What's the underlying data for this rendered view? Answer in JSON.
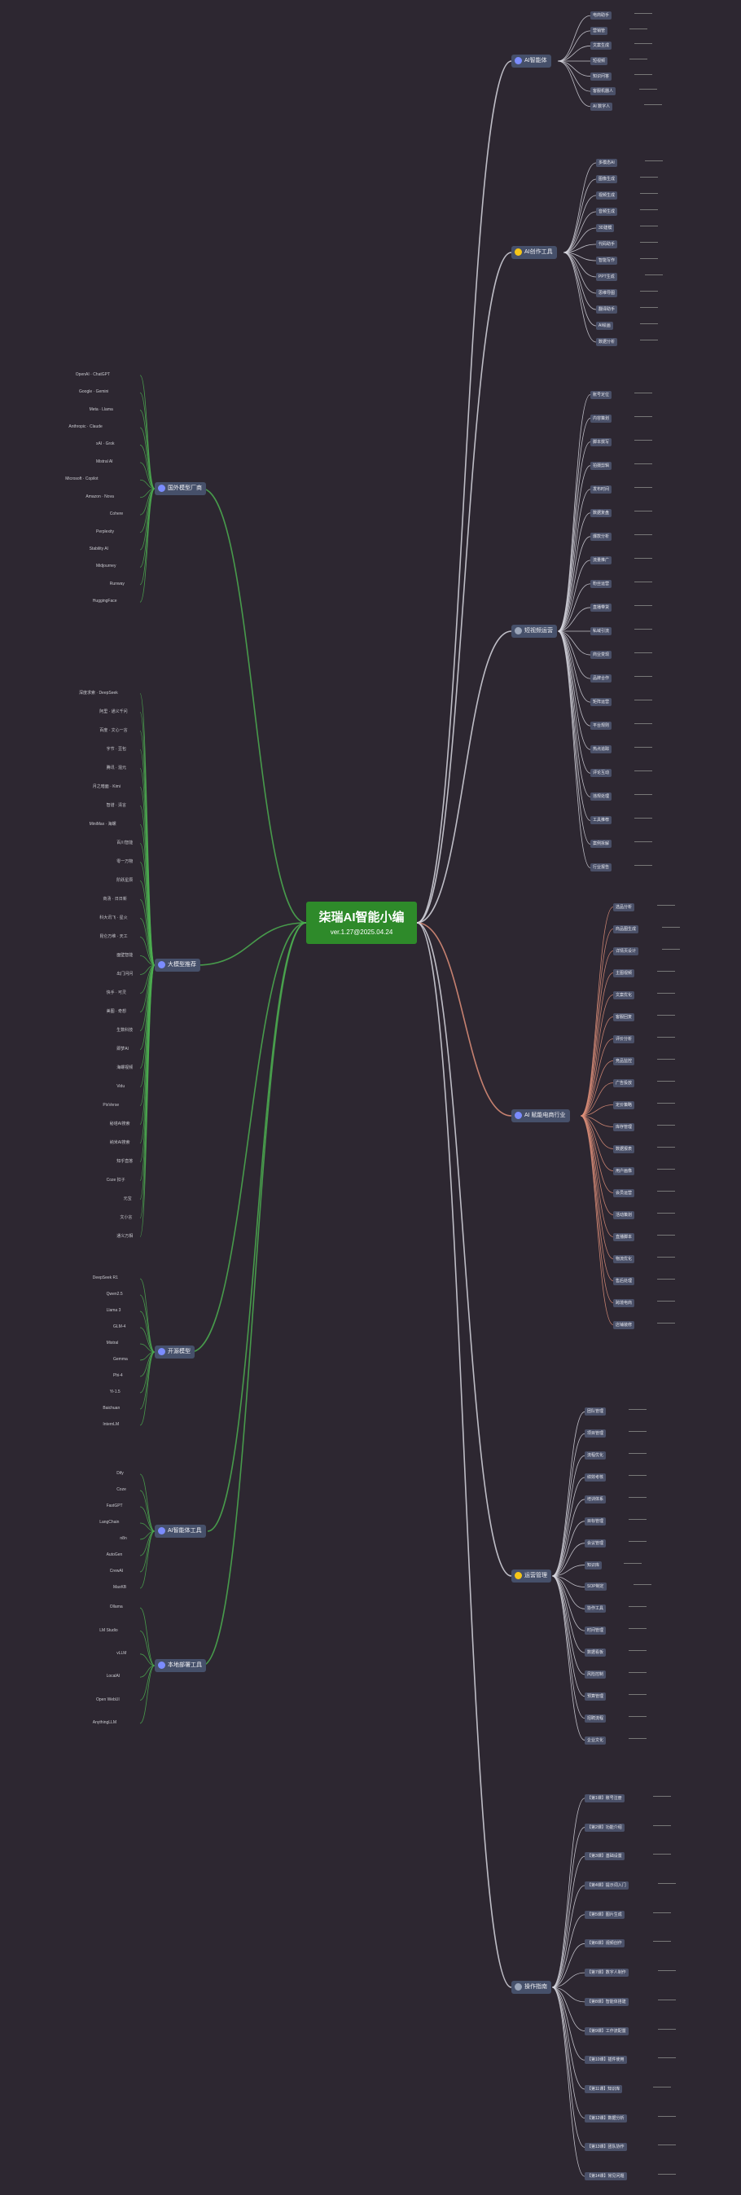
{
  "root": {
    "title": "柒瑞AI智能小编",
    "subtitle": "ver.1.27@2025.04.24"
  },
  "colors": {
    "right": "#d8d8e0",
    "right_lower": "#e0907a",
    "left": "#4caf50",
    "root": "#2e8a2a"
  },
  "sections": [
    {
      "name": "AI智能体",
      "dot": "#7b8cff",
      "items": [
        "电商助手",
        "营销管",
        "文案生成",
        "短视频",
        "知识问答",
        "客服机器人",
        "AI 数字人"
      ]
    },
    {
      "name": "AI创作工具",
      "dot": "#f5c518",
      "items": [
        "多模态AI",
        "图像生成",
        "视频生成",
        "音频生成",
        "3D建模",
        "代码助手",
        "智能写作",
        "PPT生成",
        "思维导图",
        "翻译助手",
        "AI绘画",
        "数据分析"
      ]
    },
    {
      "name": "短视频运营",
      "dot": "#9aa4b8",
      "items": [
        "账号定位",
        "内容策划",
        "脚本撰写",
        "拍摄剪辑",
        "发布时间",
        "数据复盘",
        "爆款分析",
        "流量推广",
        "粉丝运营",
        "直播带货",
        "私域引流",
        "商业变现",
        "品牌合作",
        "矩阵运营",
        "平台规则",
        "热点追踪",
        "评论互动",
        "违规处理",
        "工具推荐",
        "案例拆解",
        "行业报告"
      ]
    },
    {
      "name": "AI 赋能电商行业",
      "dot": "#7b8cff",
      "items": [
        "选品分析",
        "商品图生成",
        "详情页设计",
        "主图视频",
        "文案优化",
        "客服回复",
        "评价分析",
        "竞品监控",
        "广告投放",
        "定价策略",
        "库存管理",
        "数据报表",
        "用户画像",
        "会员运营",
        "活动策划",
        "直播脚本",
        "物流优化",
        "售后处理",
        "跨境电商",
        "店铺装修"
      ]
    },
    {
      "name": "运营管理",
      "dot": "#f5c518",
      "items": [
        "团队管理",
        "项目管理",
        "流程优化",
        "绩效考核",
        "培训体系",
        "目标管理",
        "会议管理",
        "知识库",
        "SOP制定",
        "协作工具",
        "时间管理",
        "数据看板",
        "风险控制",
        "预算管理",
        "招聘流程",
        "企业文化"
      ]
    },
    {
      "name": "操作指南",
      "dot": "#9aa4b8",
      "items": [
        "【第1课】账号注册",
        "【第2课】功能介绍",
        "【第3课】基础设置",
        "【第4课】提示词入门",
        "【第5课】图片生成",
        "【第6课】视频创作",
        "【第7课】数字人制作",
        "【第8课】智能体搭建",
        "【第9课】工作流配置",
        "【第10课】插件使用",
        "【第11课】知识库",
        "【第12课】数据分析",
        "【第13课】团队协作",
        "【第14课】常见问题"
      ]
    }
  ],
  "left_sections": [
    {
      "name": "国外模型厂商",
      "items": [
        "OpenAI · ChatGPT",
        "Google · Gemini",
        "Meta · Llama",
        "Anthropic · Claude",
        "xAI · Grok",
        "Mistral AI",
        "Microsoft · Copilot",
        "Amazon · Nova",
        "Cohere",
        "Perplexity",
        "Stability AI",
        "Midjourney",
        "Runway",
        "HuggingFace"
      ]
    },
    {
      "name": "大模型推荐",
      "items": [
        "深度求索 · DeepSeek",
        "阿里 · 通义千问",
        "百度 · 文心一言",
        "字节 · 豆包",
        "腾讯 · 混元",
        "月之暗面 · Kimi",
        "智谱 · 清言",
        "MiniMax · 海螺",
        "百川智能",
        "零一万物",
        "阶跃星辰",
        "商汤 · 日日新",
        "科大讯飞 · 星火",
        "昆仑万维 · 天工",
        "面壁智能",
        "出门问问",
        "快手 · 可灵",
        "美图 · 奇想",
        "生数科技",
        "即梦AI",
        "海螺视频",
        "Vidu",
        "PixVerse",
        "秘塔AI搜索",
        "纳米AI搜索",
        "知乎直答",
        "Coze 扣子",
        "元宝",
        "文小言",
        "通义万相"
      ]
    },
    {
      "name": "开源模型",
      "items": [
        "DeepSeek R1",
        "Qwen2.5",
        "Llama 3",
        "GLM-4",
        "Mistral",
        "Gemma",
        "Phi-4",
        "Yi-1.5",
        "Baichuan",
        "InternLM"
      ]
    },
    {
      "name": "AI智能体工具",
      "items": [
        "Dify",
        "Coze",
        "FastGPT",
        "LangChain",
        "n8n",
        "AutoGen",
        "CrewAI",
        "MaxKB"
      ]
    },
    {
      "name": "本地部署工具",
      "items": [
        "Ollama",
        "LM Studio",
        "vLLM",
        "LocalAI",
        "Open WebUI",
        "AnythingLLM"
      ]
    }
  ]
}
